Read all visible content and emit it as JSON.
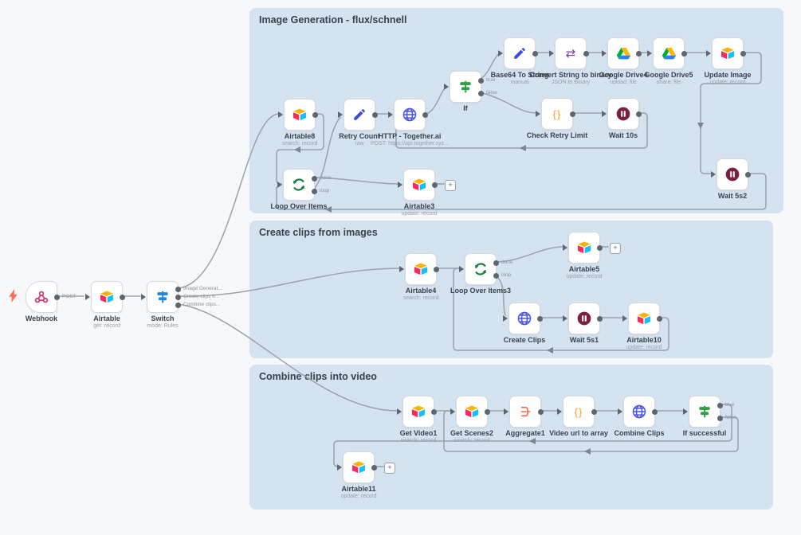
{
  "app": "workflow-canvas",
  "groups": [
    {
      "id": "g1",
      "title": "Image Generation - flux/schnell"
    },
    {
      "id": "g2",
      "title": "Create clips from images"
    },
    {
      "id": "g3",
      "title": "Combine clips into video"
    }
  ],
  "colors": {
    "group_blue": "#d9e4f1",
    "switch_blue": "#1e88e5",
    "if_green": "#2e9e44",
    "loop_green": "#1b7d3e",
    "pencil_blue": "#3b4ce0",
    "globe_indigo": "#4753e6",
    "code_orange": "#ff9d2b",
    "wait_maroon": "#7a1f3d",
    "convert_purple": "#7c3aed",
    "aggregate_red": "#ff5c4c",
    "webhook_pink": "#cf3e76",
    "bolt_red": "#ff6d5a",
    "airtable_yellow": "#fcb400",
    "airtable_blue": "#18bfff",
    "airtable_red": "#f82b60",
    "gdrive_green": "#00ac47",
    "gdrive_yellow": "#ffba00",
    "gdrive_blue": "#2684fc"
  },
  "nodes": [
    {
      "id": "webhook",
      "label": "Webhook",
      "sublabel": "",
      "icon": "webhook",
      "trigger": true,
      "no_input": true,
      "outputs": [
        {
          "label": "POST"
        }
      ]
    },
    {
      "id": "airtable",
      "label": "Airtable",
      "sublabel": "get: record",
      "icon": "airtable",
      "outputs": [
        {
          "label": ""
        }
      ]
    },
    {
      "id": "switch",
      "label": "Switch",
      "sublabel": "mode: Rules",
      "icon": "switch",
      "outputs": [
        {
          "label": "Image Generat..."
        },
        {
          "label": "Create clips fr..."
        },
        {
          "label": "Combine clips..."
        }
      ]
    },
    {
      "id": "airtable8",
      "label": "Airtable8",
      "sublabel": "search: record",
      "icon": "airtable",
      "outputs": [
        {
          "label": ""
        }
      ]
    },
    {
      "id": "retry_count",
      "label": "Retry Count",
      "sublabel": "raw",
      "icon": "pencil",
      "outputs": [
        {
          "label": ""
        }
      ]
    },
    {
      "id": "http_together",
      "label": "HTTP - Together.ai",
      "sublabel": "POST: https://api.together.xyz...",
      "icon": "globe",
      "outputs": [
        {
          "label": ""
        }
      ]
    },
    {
      "id": "if",
      "label": "If",
      "sublabel": "",
      "icon": "if",
      "outputs": [
        {
          "label": "true"
        },
        {
          "label": "false"
        }
      ]
    },
    {
      "id": "base64",
      "label": "Base64 To String",
      "sublabel": "manual",
      "icon": "pencil",
      "outputs": [
        {
          "label": ""
        }
      ]
    },
    {
      "id": "convert",
      "label": "Convert String to binary",
      "sublabel": "JSON to Binary",
      "icon": "convert",
      "outputs": [
        {
          "label": ""
        }
      ]
    },
    {
      "id": "gdrive4",
      "label": "Google Drive4",
      "sublabel": "upload: file",
      "icon": "gdrive",
      "outputs": [
        {
          "label": ""
        }
      ]
    },
    {
      "id": "gdrive5",
      "label": "Google Drive5",
      "sublabel": "share: file",
      "icon": "gdrive",
      "outputs": [
        {
          "label": ""
        }
      ]
    },
    {
      "id": "update_image",
      "label": "Update Image",
      "sublabel": "update: record",
      "icon": "airtable",
      "outputs": [
        {
          "label": ""
        }
      ]
    },
    {
      "id": "check_retry",
      "label": "Check Retry Limit",
      "sublabel": "",
      "icon": "code",
      "outputs": [
        {
          "label": ""
        }
      ]
    },
    {
      "id": "wait10s",
      "label": "Wait 10s",
      "sublabel": "",
      "icon": "wait",
      "outputs": [
        {
          "label": ""
        }
      ]
    },
    {
      "id": "loop_items",
      "label": "Loop Over Items",
      "sublabel": "",
      "icon": "loop",
      "outputs": [
        {
          "label": "done"
        },
        {
          "label": "loop"
        }
      ]
    },
    {
      "id": "airtable3",
      "label": "Airtable3",
      "sublabel": "update: record",
      "icon": "airtable",
      "outputs": [
        {
          "label": ""
        }
      ],
      "add_button": true
    },
    {
      "id": "wait5s2",
      "label": "Wait 5s2",
      "sublabel": "",
      "icon": "wait",
      "outputs": [
        {
          "label": ""
        }
      ]
    },
    {
      "id": "airtable4",
      "label": "Airtable4",
      "sublabel": "search: record",
      "icon": "airtable",
      "outputs": [
        {
          "label": ""
        }
      ]
    },
    {
      "id": "loop_items3",
      "label": "Loop Over Items3",
      "sublabel": "",
      "icon": "loop",
      "outputs": [
        {
          "label": "done"
        },
        {
          "label": "loop"
        }
      ]
    },
    {
      "id": "airtable5",
      "label": "Airtable5",
      "sublabel": "update: record",
      "icon": "airtable",
      "outputs": [
        {
          "label": ""
        }
      ],
      "add_button": true
    },
    {
      "id": "create_clips",
      "label": "Create Clips",
      "sublabel": "",
      "icon": "globe",
      "outputs": [
        {
          "label": ""
        }
      ]
    },
    {
      "id": "wait5s1",
      "label": "Wait 5s1",
      "sublabel": "",
      "icon": "wait",
      "outputs": [
        {
          "label": ""
        }
      ]
    },
    {
      "id": "airtable10",
      "label": "Airtable10",
      "sublabel": "update: record",
      "icon": "airtable",
      "outputs": [
        {
          "label": ""
        }
      ]
    },
    {
      "id": "get_video1",
      "label": "Get Video1",
      "sublabel": "search: record",
      "icon": "airtable",
      "outputs": [
        {
          "label": ""
        }
      ]
    },
    {
      "id": "get_scenes2",
      "label": "Get Scenes2",
      "sublabel": "search: record",
      "icon": "airtable",
      "outputs": [
        {
          "label": ""
        }
      ]
    },
    {
      "id": "aggregate1",
      "label": "Aggregate1",
      "sublabel": "",
      "icon": "aggregate",
      "outputs": [
        {
          "label": ""
        }
      ]
    },
    {
      "id": "video_url",
      "label": "Video url to array",
      "sublabel": "",
      "icon": "code",
      "outputs": [
        {
          "label": ""
        }
      ]
    },
    {
      "id": "combine_clips",
      "label": "Combine Clips",
      "sublabel": "",
      "icon": "globe",
      "outputs": [
        {
          "label": ""
        }
      ]
    },
    {
      "id": "if_successful",
      "label": "If successful",
      "sublabel": "",
      "icon": "if",
      "outputs": [
        {
          "label": "true"
        },
        {
          "label": "false"
        }
      ]
    },
    {
      "id": "airtable11",
      "label": "Airtable11",
      "sublabel": "update: record",
      "icon": "airtable",
      "outputs": [
        {
          "label": ""
        }
      ],
      "add_button": true
    }
  ]
}
